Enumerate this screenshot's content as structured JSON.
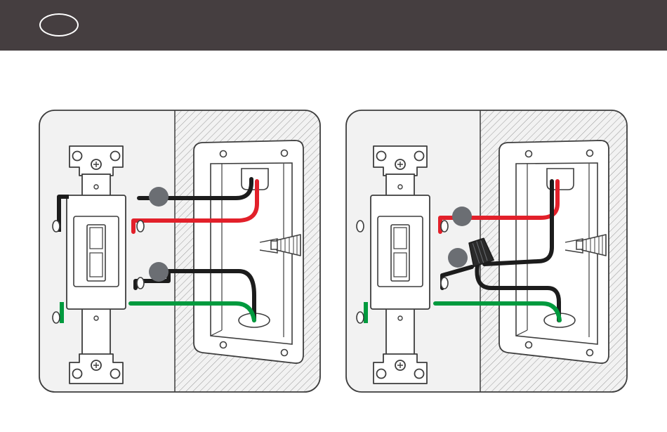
{
  "header": {
    "step_number": ""
  },
  "colors": {
    "header_bg": "#453e40",
    "wire_hot": "#e2202a",
    "wire_black": "#1c1c1c",
    "wire_ground": "#009a3e",
    "terminal_marker": "#6b6e73",
    "line_art": "#3d3d3d",
    "panel_bg": "#f2f2f2",
    "wall_hatch": "#9a9a9a"
  },
  "diagrams": [
    {
      "id": "before",
      "components": [
        "toggle-switch",
        "wall-box",
        "wire-nut"
      ],
      "wires": [
        "black",
        "red",
        "black",
        "green"
      ],
      "terminal_markers": 2
    },
    {
      "id": "after",
      "components": [
        "toggle-switch",
        "wall-box",
        "wire-nut",
        "pigtail-wire-nut"
      ],
      "wires": [
        "red",
        "black",
        "black",
        "green"
      ],
      "terminal_markers": 2
    }
  ]
}
